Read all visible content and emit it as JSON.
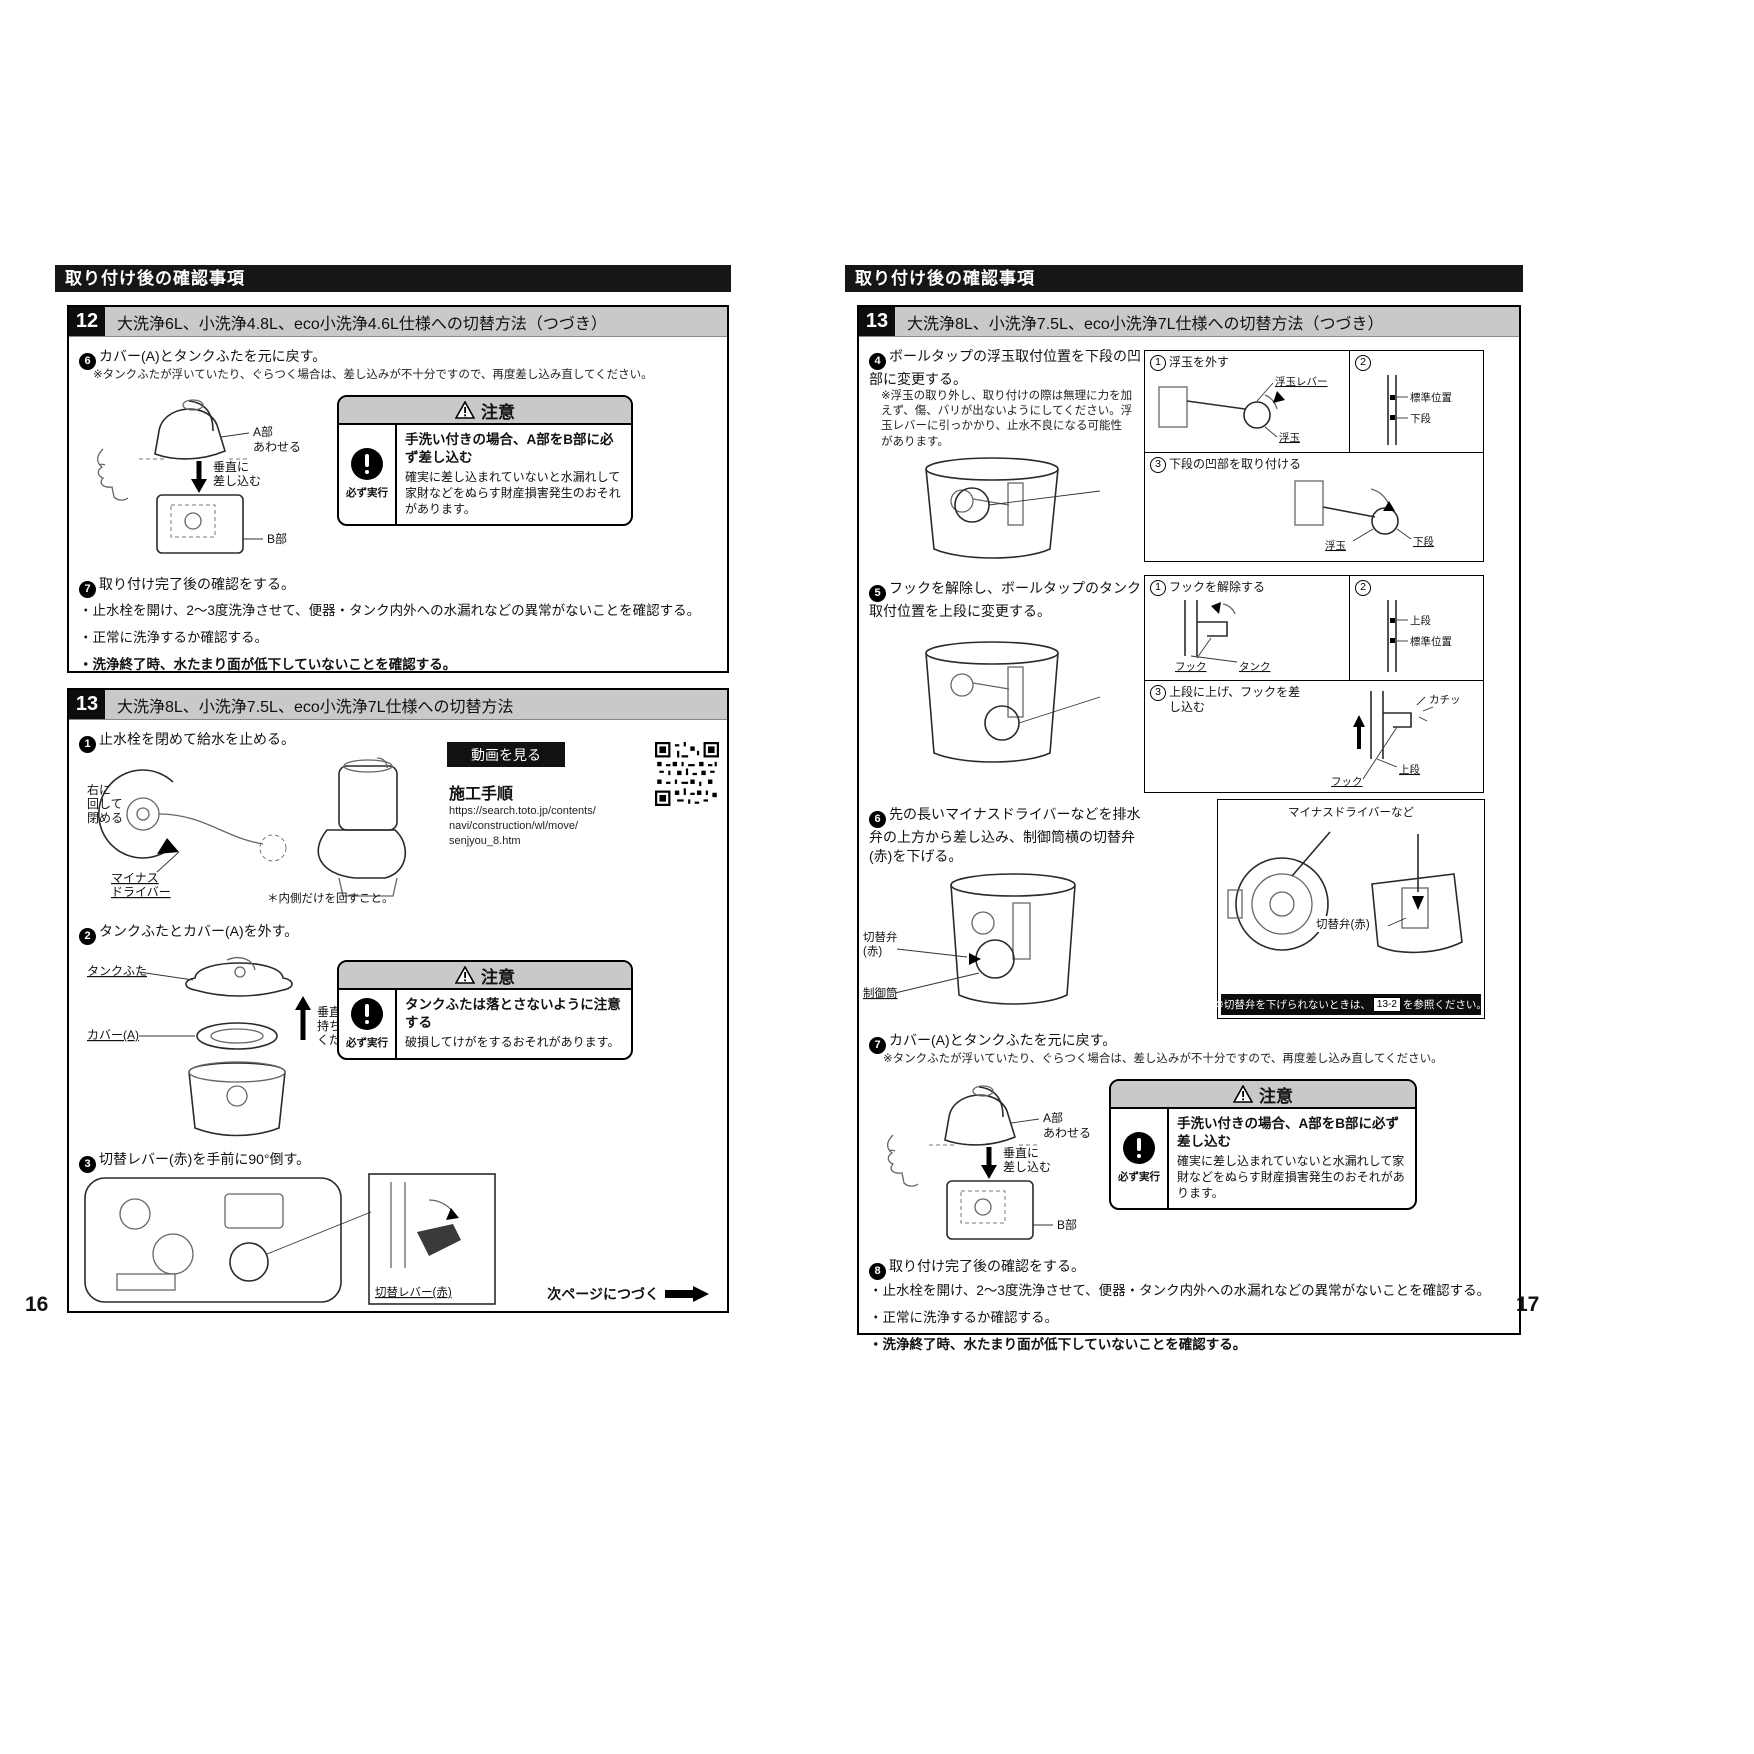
{
  "left": {
    "page_number": "16",
    "header": "取り付け後の確認事項",
    "s12": {
      "no": "12",
      "title": "大洗浄6L、小洗浄4.8L、eco小洗浄4.6L仕様への切替方法（つづき）",
      "step6": {
        "no": "6",
        "text": "カバー(A)とタンクふたを元に戻す。"
      },
      "step6_note": "※タンクふたが浮いていたり、ぐらつく場合は、差し込みが不十分ですので、再度差し込み直してください。",
      "fig": {
        "a": "A部",
        "awaseru": "あわせる",
        "suichoku": "垂直に",
        "sashikomu": "差し込む",
        "b": "B部"
      },
      "caution": {
        "title": "注意",
        "badge": "必ず実行",
        "lead": "手洗い付きの場合、A部をB部に必ず差し込む",
        "body": "確実に差し込まれていないと水漏れして家財などをぬらす財産損害発生のおそれがあります。"
      },
      "step7": {
        "no": "7",
        "text": "取り付け完了後の確認をする。"
      },
      "checks": [
        "・止水栓を開け、2〜3度洗浄させて、便器・タンク内外への水漏れなどの異常がないことを確認する。",
        "・正常に洗浄するか確認する。",
        "・洗浄終了時、水たまり面が低下していないことを確認する。"
      ]
    },
    "s13": {
      "no": "13",
      "title": "大洗浄8L、小洗浄7.5L、eco小洗浄7L仕様への切替方法",
      "step1": {
        "no": "1",
        "text": "止水栓を閉めて給水を止める。"
      },
      "fig1": {
        "migi1": "右に",
        "migi2": "回して",
        "migi3": "閉める",
        "d1": "マイナス",
        "d2": "ドライバー",
        "note": "＊内側だけを回すこと。"
      },
      "video": {
        "button": "動画を見る",
        "title": "施工手順",
        "url1": "https://search.toto.jp/contents/",
        "url2": "navi/construction/wl/move/",
        "url3": "senjyou_8.htm"
      },
      "step2": {
        "no": "2",
        "text": "タンクふたとカバー(A)を外す。"
      },
      "fig2": {
        "lid": "タンクふた",
        "cover": "カバー(A)",
        "l1": "垂直に",
        "l2": "持ち上げて",
        "l3": "ください。"
      },
      "caution": {
        "title": "注意",
        "badge": "必ず実行",
        "lead": "タンクふたは落とさないように注意する",
        "body": "破損してけがをするおそれがあります。"
      },
      "step3": {
        "no": "3",
        "text": "切替レバー(赤)を手前に90°倒す。"
      },
      "fig3": {
        "lever": "切替レバー(赤)"
      },
      "next_page": "次ページにつづく"
    }
  },
  "right": {
    "page_number": "17",
    "header": "取り付け後の確認事項",
    "s13": {
      "no": "13",
      "title": "大洗浄8L、小洗浄7.5L、eco小洗浄7L仕様への切替方法（つづき）",
      "step4": {
        "no": "4",
        "text": "ボールタップの浮玉取付位置を下段の凹部に変更する。"
      },
      "step4_note": "※浮玉の取り外し、取り付けの際は無理に力を加えず、傷、バリが出ないようにしてください。浮玉レバーに引っかかり、止水不良になる可能性があります。",
      "p4": {
        "c1_no": "1",
        "c1_title": "浮玉を外す",
        "c1_l1": "浮玉レバー",
        "c1_l2": "浮玉",
        "c2_no": "2",
        "c2_l1": "標準位置",
        "c2_l2": "下段",
        "c3_no": "3",
        "c3_title": "下段の凹部を取り付ける",
        "c3_l1": "浮玉",
        "c3_l2": "下段"
      },
      "step5": {
        "no": "5",
        "text": "フックを解除し、ボールタップのタンク取付位置を上段に変更する。"
      },
      "p5": {
        "c1_no": "1",
        "c1_title": "フックを解除する",
        "c1_l1": "フック",
        "c1_l2": "タンク",
        "c2_no": "2",
        "c2_l1": "上段",
        "c2_l2": "標準位置",
        "c3_no": "3",
        "c3_title": "上段に上げ、フックを差し込む",
        "c3_sound": "カチッ",
        "c3_l1": "上段",
        "c3_l2": "フック"
      },
      "step6": {
        "no": "6",
        "text": "先の長いマイナスドライバーなどを排水弁の上方から差し込み、制御筒横の切替弁(赤)を下げる。"
      },
      "fig6": {
        "valve1": "切替弁",
        "valve2": "(赤)",
        "tube": "制御筒"
      },
      "p6": {
        "driver": "マイナスドライバーなど",
        "valve": "切替弁(赤)",
        "ref_pre": "※切替弁を下げられないときは、",
        "ref_no": "13-2",
        "ref_post": "を参照ください。"
      },
      "step7": {
        "no": "7",
        "text": "カバー(A)とタンクふたを元に戻す。"
      },
      "step7_note": "※タンクふたが浮いていたり、ぐらつく場合は、差し込みが不十分ですので、再度差し込み直してください。",
      "fig7": {
        "a": "A部",
        "awaseru": "あわせる",
        "suichoku": "垂直に",
        "sashikomu": "差し込む",
        "b": "B部"
      },
      "caution": {
        "title": "注意",
        "badge": "必ず実行",
        "lead": "手洗い付きの場合、A部をB部に必ず差し込む",
        "body": "確実に差し込まれていないと水漏れして家財などをぬらす財産損害発生のおそれがあります。"
      },
      "step8": {
        "no": "8",
        "text": "取り付け完了後の確認をする。"
      },
      "checks": [
        "・止水栓を開け、2〜3度洗浄させて、便器・タンク内外への水漏れなどの異常がないことを確認する。",
        "・正常に洗浄するか確認する。",
        "・洗浄終了時、水たまり面が低下していないことを確認する。"
      ]
    }
  }
}
